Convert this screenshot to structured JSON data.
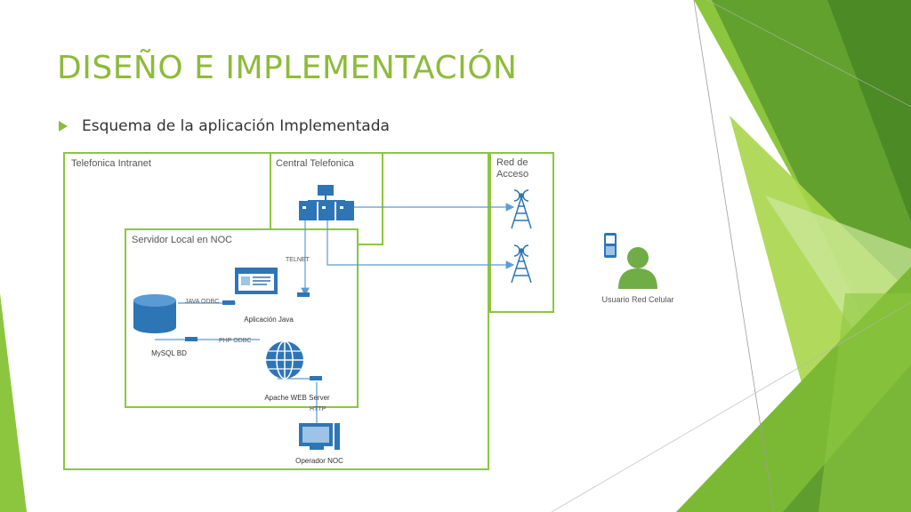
{
  "slide": {
    "title": "DISEÑO E IMPLEMENTACIÓN",
    "bullet": "Esquema de la aplicación Implementada"
  },
  "diagram": {
    "zones": {
      "intranet": "Telefonica Intranet",
      "central": "Central Telefonica",
      "acceso_line1": "Red de",
      "acceso_line2": "Acceso",
      "servidor": "Servidor Local en NOC"
    },
    "nodes": {
      "aplicacion": "Aplicación Java",
      "mysql": "MySQL BD",
      "apache": "Apache WEB Server",
      "operador": "Operador NOC",
      "usuario": "Usuario Red Celular"
    },
    "connections": {
      "telnet": "TELNET",
      "java_odbc": "JAVA ODBC",
      "php_odbc": "PHP ODBC",
      "http": "HTTP"
    }
  },
  "colors": {
    "accent": "#8dbb3a",
    "zone_border": "#8cc63f",
    "link": "#5b9bd5",
    "label": "#555555"
  }
}
